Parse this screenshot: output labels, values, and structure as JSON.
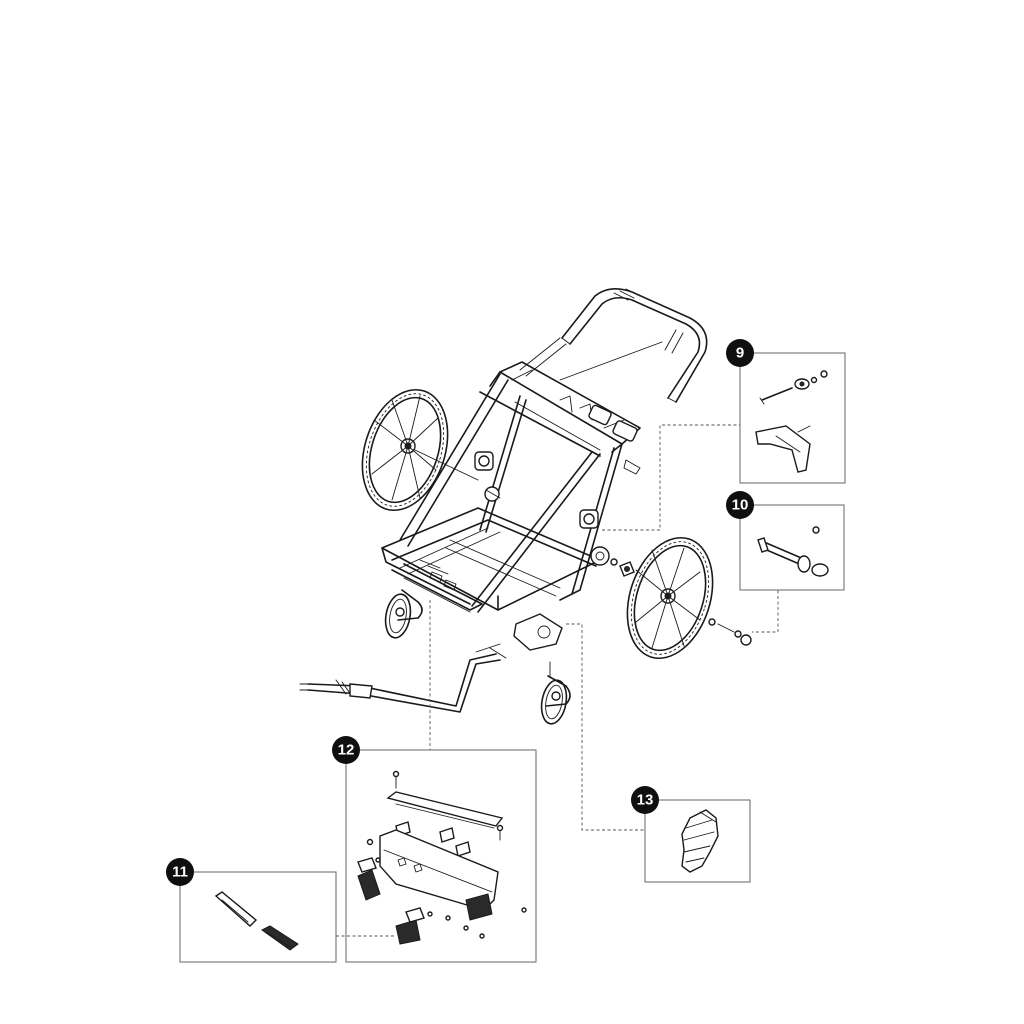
{
  "callouts": [
    {
      "id": "9",
      "label": "9"
    },
    {
      "id": "10",
      "label": "10"
    },
    {
      "id": "11",
      "label": "11"
    },
    {
      "id": "12",
      "label": "12"
    },
    {
      "id": "13",
      "label": "13"
    }
  ],
  "colors": {
    "line": "#1a1a1a",
    "badge": "#0f0f0f",
    "badge_text": "#ffffff",
    "box": "#666666"
  }
}
